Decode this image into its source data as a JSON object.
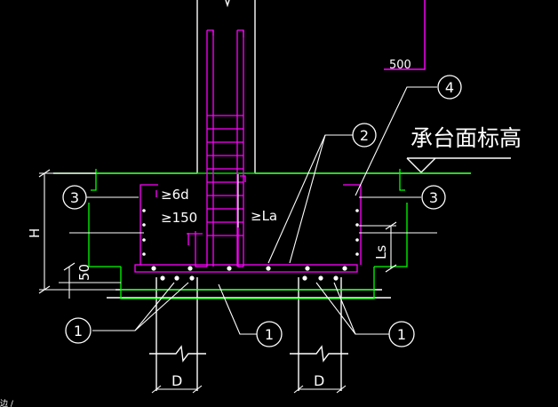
{
  "drawing": {
    "labels": {
      "top_dim": "500",
      "level_note": "承台面标高",
      "min_6d": "≥6d",
      "min_150": "≥150",
      "anchor_la": "≥La",
      "height": "H",
      "dim_50": "50",
      "ls": "Ls",
      "pile_dia_left": "D",
      "pile_dia_right": "D",
      "status_text": "边 /"
    },
    "callouts": {
      "c1_left": "1",
      "c1_mid": "1",
      "c1_right": "1",
      "c2": "2",
      "c3_left": "3",
      "c3_right": "3",
      "c4": "4"
    },
    "colors": {
      "background": "#000000",
      "concrete": "#ffffff",
      "rebar": "#ff00ff",
      "green": "#00ff00",
      "text": "#ffffff"
    }
  }
}
